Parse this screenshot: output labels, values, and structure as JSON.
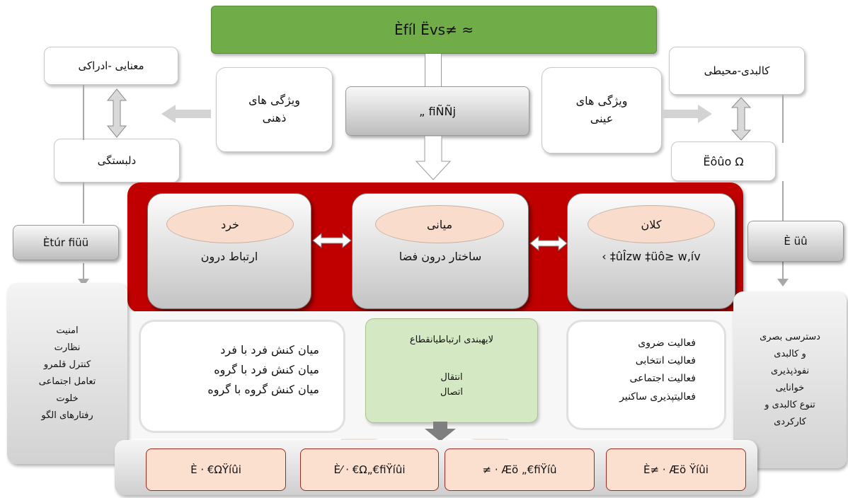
{
  "header": {
    "title": "Èfíl Ëvs≠ ≈"
  },
  "center_top": {
    "label": "„ fiÑÑj"
  },
  "left_top": {
    "box1": "معنایی -ادراکی",
    "mid": [
      "ویژگی های",
      "ذهنی"
    ],
    "box2": "دلبستگی"
  },
  "right_top": {
    "box1": "کالبدی-محیطی",
    "mid": [
      "ویژگی های",
      "عینی"
    ],
    "box2": "Ëôûo Ω"
  },
  "side_labels": {
    "left": "Ètúr fiüü",
    "right": "È   üû"
  },
  "scales": [
    {
      "title": "خرد",
      "sub": "ارتباط درون"
    },
    {
      "title": "میانی",
      "sub": "ساختار درون فضا"
    },
    {
      "title": "کلان",
      "sub": "‹ ‡ûÎzw ‡üô≥ w‚ív"
    }
  ],
  "left_list": [
    "امنیت",
    "نظارت",
    "کنترل قلمرو",
    "تعامل اجتماعی",
    "خلوت",
    "رفتارهای الگو"
  ],
  "right_list": [
    "دسترسی بصری",
    "و کالبدی",
    "نفوذپذیری",
    "خوانایی",
    "تنوع کالبدی و",
    "کارکردی"
  ],
  "interaction": [
    "میان کنش فرد با فرد",
    "میان کنش فرد با گروه",
    "میان کنش گروه با گروه"
  ],
  "green": {
    "top": "لایهبندی ارتباطیانقطاع",
    "lines": [
      "انتقال",
      "اتصال"
    ]
  },
  "activities": [
    "فعالیت ضروی",
    "فعالیت انتخابی",
    "فعالیت اجتماعی",
    "فعالیتپذیری ساکنیر"
  ],
  "bottom": [
    "È · €ΩŸíûi",
    "È⁄ · €Ω„€fiŸíûi",
    "≠ · Æö „€fiŸíû",
    "È≠ · Æö Ÿíûi"
  ],
  "colors": {
    "green": "#70ac47",
    "red": "#c00000",
    "pink": "#fbe0cf",
    "lightgreen": "#d5e8c4"
  }
}
